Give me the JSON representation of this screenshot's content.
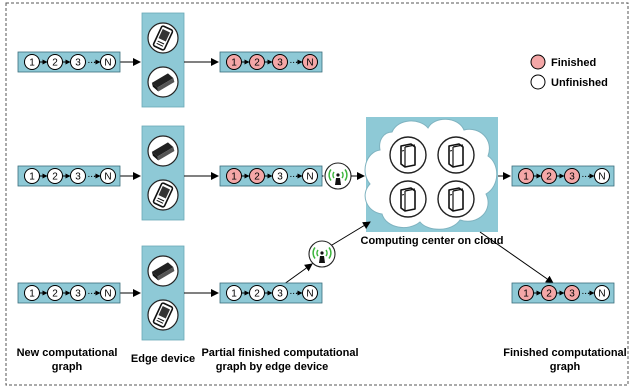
{
  "legend": {
    "finished": "Finished",
    "unfinished": "Unfinished"
  },
  "node_labels": [
    "1",
    "2",
    "3",
    "N"
  ],
  "chain_separator": "...",
  "labels": {
    "new_graph_line1": "New computational",
    "new_graph_line2": "graph",
    "edge_device": "Edge device",
    "partial_line1": "Partial finished computational",
    "partial_line2": "graph by  edge device",
    "cloud": "Computing center on cloud",
    "finished_line1": "Finished computational",
    "finished_line2": "graph"
  },
  "colors": {
    "chain_fill": "#8ec9d6",
    "chain_stroke": "#3a6e7c",
    "finished_node": "#f4a7a7",
    "unfinished_node": "#ffffff",
    "cloud_bg": "#8ec9d6",
    "cloud_fill": "#ffffff",
    "device_bg": "#8ec9d6",
    "arrow": "#000000",
    "border": "#555555"
  },
  "icons": {
    "phone": "phone-icon",
    "scanner": "scanner-icon",
    "wireless": "wireless-antenna-icon",
    "server": "server-icon"
  }
}
